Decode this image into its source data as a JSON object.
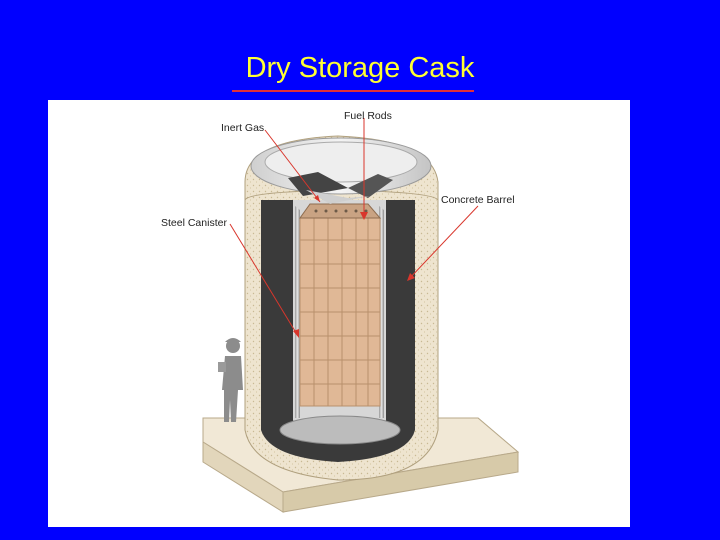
{
  "slide": {
    "title": "Dry Storage Cask",
    "background_color": "#0000ff",
    "title_color": "#ffff33",
    "underline_color": "#e0303a"
  },
  "diagram": {
    "labels": {
      "inert_gas": "Inert Gas",
      "fuel_rods": "Fuel Rods",
      "concrete_barrel": "Concrete Barrel",
      "steel_canister": "Steel Canister"
    },
    "leader_color": "#d9362c",
    "concrete_color": "#eee4cf",
    "fuel_color": "#e0b896"
  }
}
